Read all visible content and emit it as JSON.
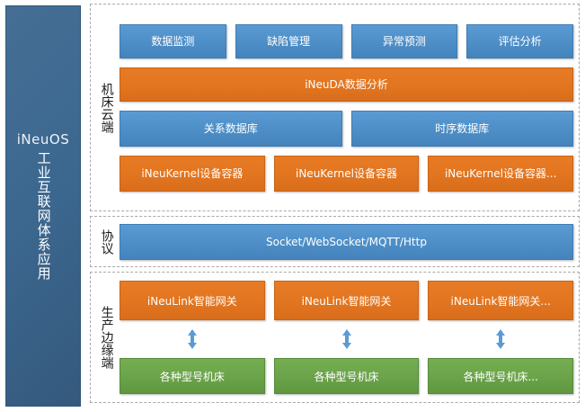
{
  "sidebar": {
    "brand": "iNeuOS",
    "vertical_title": "工业互联网体系应用"
  },
  "colors": {
    "sidebar": "#3c6890",
    "blue": "#5b9bd5",
    "orange": "#e2751f",
    "green": "#6aa349",
    "arrow": "#5b9bd5",
    "dashed_border": "#a9a9a9"
  },
  "sections": [
    {
      "label": "机床云端",
      "rows": {
        "apps": [
          {
            "label": "数据监测"
          },
          {
            "label": "缺陷管理"
          },
          {
            "label": "异常预测"
          },
          {
            "label": "评估分析"
          }
        ],
        "analysis": {
          "label": "iNeuDA数据分析"
        },
        "databases": [
          {
            "label": "关系数据库"
          },
          {
            "label": "时序数据库"
          }
        ],
        "kernels": [
          {
            "label": "iNeuKernel设备容器"
          },
          {
            "label": "iNeuKernel设备容器"
          },
          {
            "label": "iNeuKernel设备容器..."
          }
        ]
      }
    },
    {
      "label": "协议",
      "rows": {
        "protocol": {
          "label": "Socket/WebSocket/MQTT/Http"
        }
      }
    },
    {
      "label": "生产边缘端",
      "rows": {
        "gateways": [
          {
            "label": "iNeuLink智能网关"
          },
          {
            "label": "iNeuLink智能网关"
          },
          {
            "label": "iNeuLink智能网关..."
          }
        ],
        "machines": [
          {
            "label": "各种型号机床"
          },
          {
            "label": "各种型号机床"
          },
          {
            "label": "各种型号机床..."
          }
        ]
      }
    }
  ]
}
